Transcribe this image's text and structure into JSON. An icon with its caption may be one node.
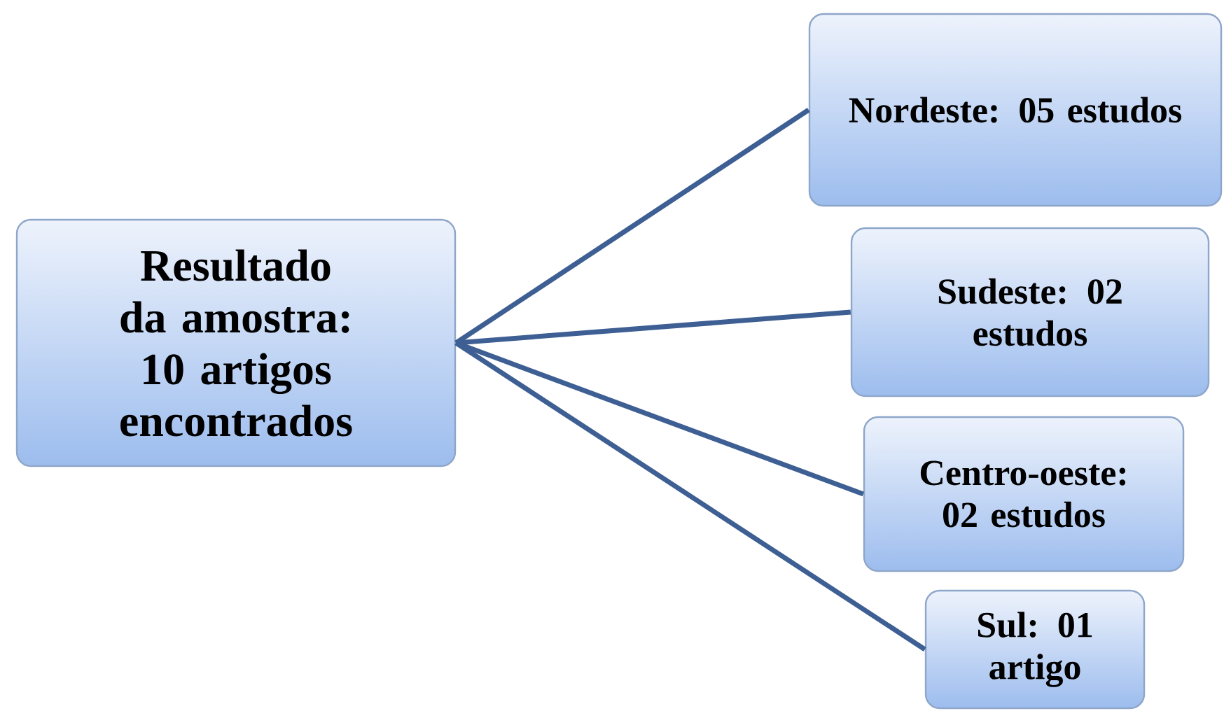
{
  "diagram": {
    "nodes": [
      {
        "text": [
          "Resultado da amostra: 10 artigos encontrados"
        ]
      },
      {
        "text": [
          "Nordeste: 05 estudos"
        ]
      },
      {
        "text": [
          "Sudeste: 02 estudos"
        ]
      },
      {
        "text": [
          "Centro-oeste: 02 estudos"
        ]
      },
      {
        "text": [
          "Sul: 01 artigo"
        ]
      }
    ],
    "edges": [
      {
        "from": 0,
        "to": 1,
        "arrow": "none"
      },
      {
        "from": 0,
        "to": 2,
        "arrow": "none"
      },
      {
        "from": 0,
        "to": 3,
        "arrow": "none"
      },
      {
        "from": 0,
        "to": 4,
        "arrow": "none"
      }
    ]
  }
}
